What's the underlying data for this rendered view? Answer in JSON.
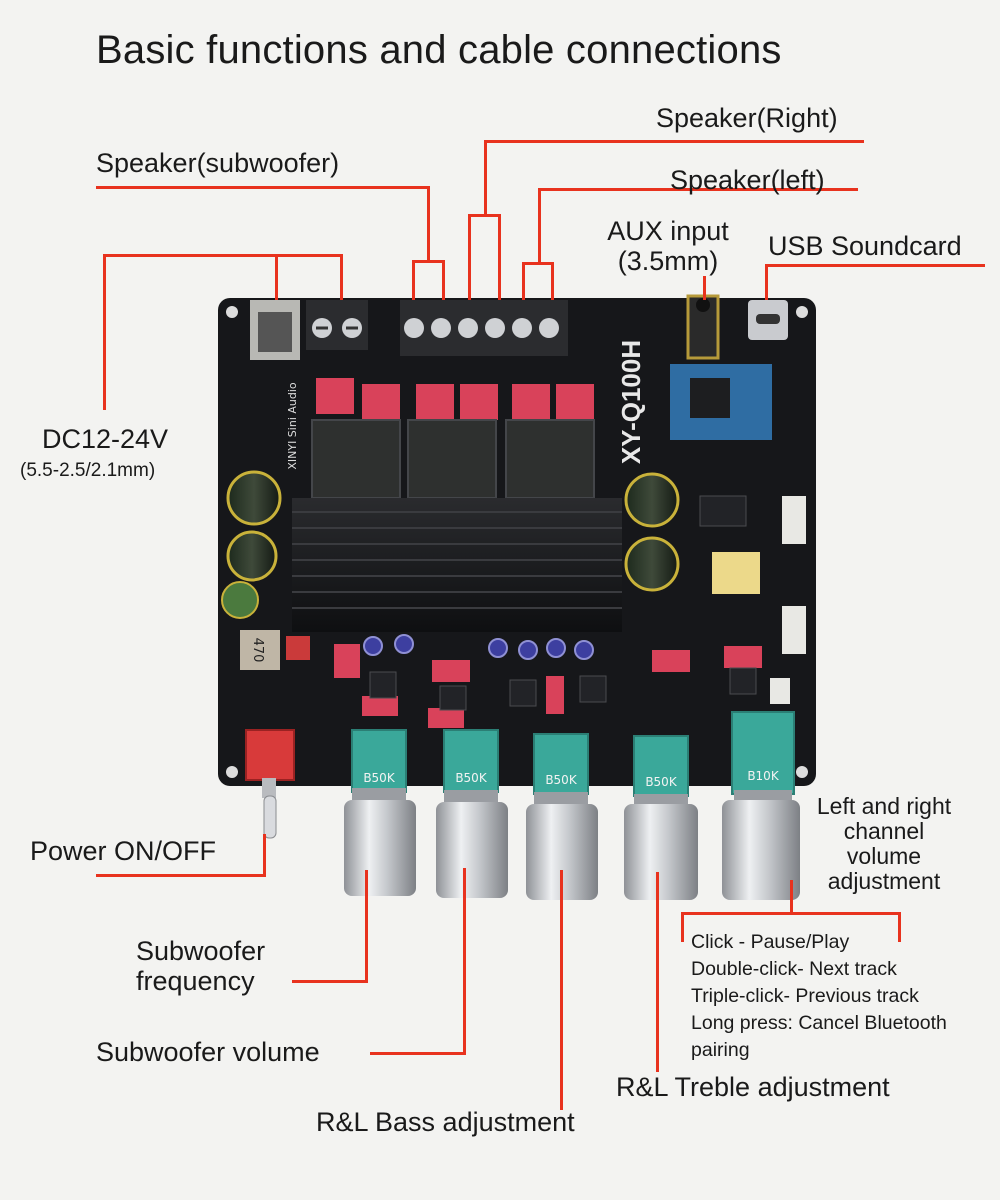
{
  "title": "Basic functions and cable connections",
  "labels": {
    "speaker_right": "Speaker(Right)",
    "speaker_sub": "Speaker(subwoofer)",
    "speaker_left": "Speaker(left)",
    "aux_line1": "AUX input",
    "aux_line2": "(3.5mm)",
    "usb": "USB Soundcard",
    "dc_line1": "DC12-24V",
    "dc_line2": "(5.5-2.5/2.1mm)",
    "power": "Power ON/OFF",
    "sub_freq_line1": "Subwoofer",
    "sub_freq_line2": "frequency",
    "sub_volume": "Subwoofer volume",
    "bass": "R&L Bass adjustment",
    "treble": "R&L Treble adjustment",
    "lr_line1": "Left and right",
    "lr_line2": "channel",
    "lr_line3": "volume",
    "lr_line4": "adjustment"
  },
  "knob_functions": [
    "Click - Pause/Play",
    "Double-click- Next track",
    "Triple-click- Previous track",
    "Long press: Cancel Bluetooth",
    "pairing"
  ],
  "board": {
    "model": "XY-Q100H",
    "brand": "XINYI Sini Audio",
    "pot_labels": [
      "B50K",
      "B50K",
      "B50K",
      "B50K",
      "B10K"
    ],
    "inductor_label": "470"
  },
  "colors": {
    "leader": "#e8321e",
    "pcb": "#16171a",
    "pot": "#3aa89a",
    "cap_red": "#d9425a",
    "knob": "#c9ccd1"
  }
}
